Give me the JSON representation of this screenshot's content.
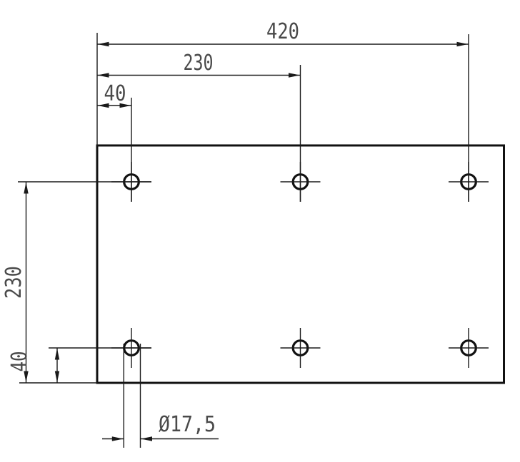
{
  "figure": {
    "type": "technical-drawing",
    "description": "Rectangular plate front view with 6 drilled holes in 2 rows x 3 columns, dimensioned from the lower-left plate edges",
    "holes": {
      "count": 6,
      "rows": 2,
      "columns": 3
    }
  },
  "colors": {
    "background": "#ffffff",
    "line": "#1a1a1a",
    "text": "#4a4a4a"
  },
  "dimensions": {
    "top": [
      {
        "id": "edge-to-right-hole-column",
        "label": "420"
      },
      {
        "id": "edge-to-middle-hole-column",
        "label": "230"
      },
      {
        "id": "edge-to-left-hole-column",
        "label": "40"
      }
    ],
    "left": [
      {
        "id": "bottom-edge-to-top-hole-row",
        "label": "230"
      },
      {
        "id": "bottom-edge-to-bottom-hole-row",
        "label": "40"
      }
    ],
    "diameter": {
      "id": "hole-diameter",
      "label": "Ø17,5"
    }
  }
}
